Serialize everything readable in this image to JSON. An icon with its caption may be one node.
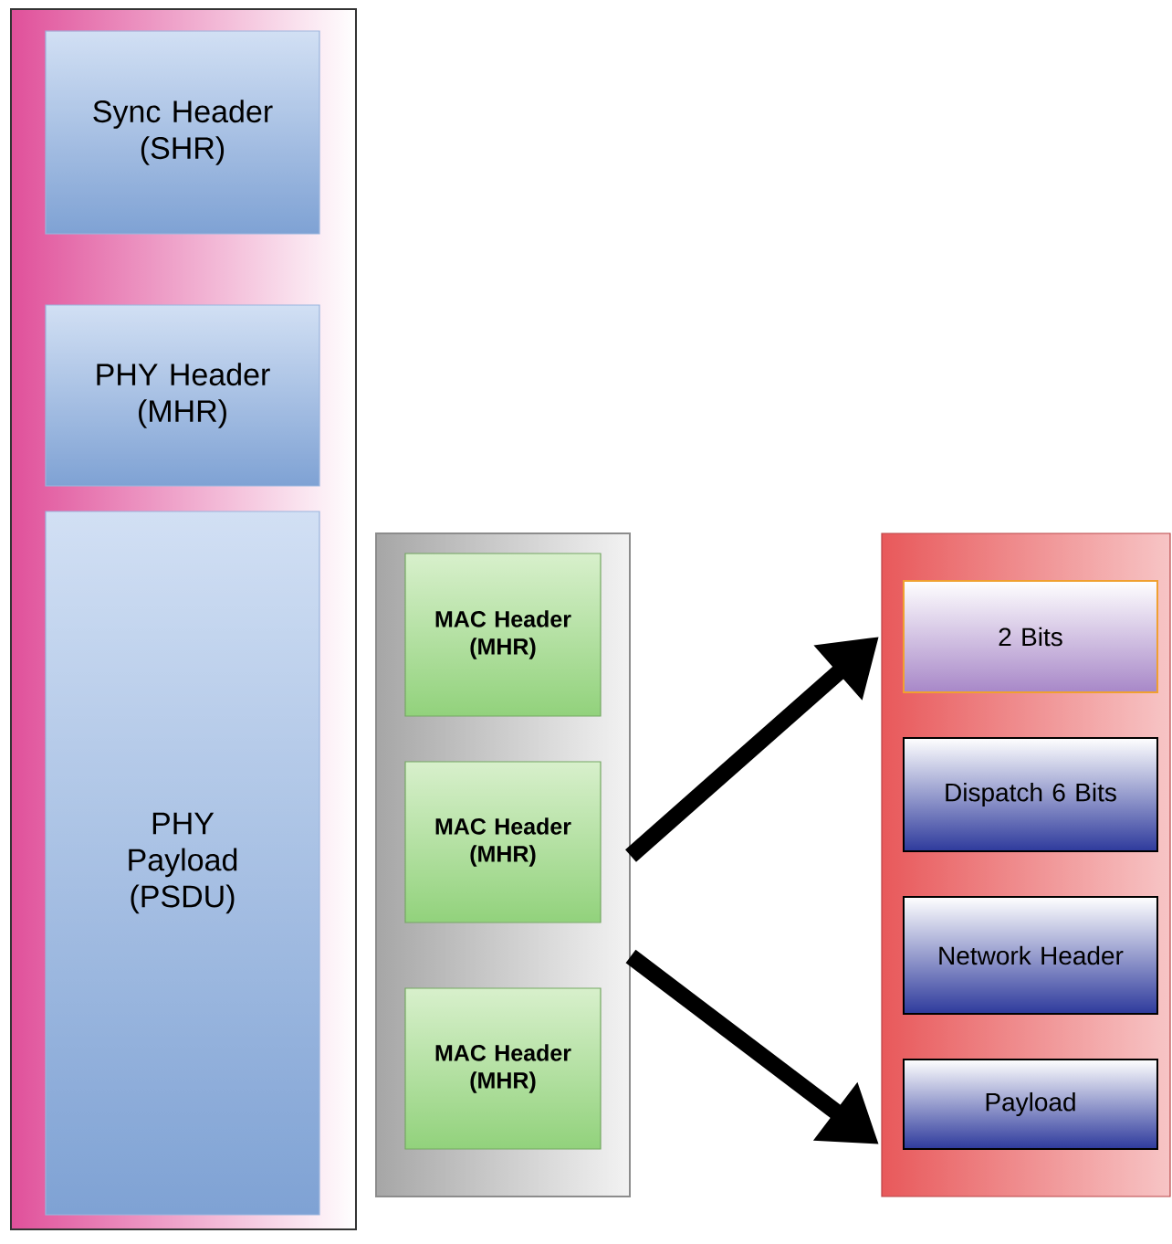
{
  "diagram": {
    "nodes": [
      {
        "text": [],
        "shape": "box"
      },
      {
        "text": [
          "Sync Header (SHR)"
        ],
        "in": 0
      },
      {
        "text": [
          "PHY Header (MHR)"
        ],
        "in": 0
      },
      {
        "text": [
          "PHY Payload (PSDU)"
        ],
        "in": 0
      },
      {
        "text": [],
        "shape": "box"
      },
      {
        "text": [
          "MAC Header (MHR)"
        ],
        "in": 4
      },
      {
        "text": [
          "MAC Header (MHR)"
        ],
        "in": 4
      },
      {
        "text": [
          "MAC Header (MHR)"
        ],
        "in": 4
      },
      {
        "text": [],
        "shape": "box"
      },
      {
        "text": [
          "2 Bits"
        ],
        "in": 8
      },
      {
        "text": [
          "Dispatch 6 Bits"
        ],
        "in": 8
      },
      {
        "text": [
          "Network Header"
        ],
        "in": 8
      },
      {
        "text": [
          "Payload"
        ],
        "in": 8
      }
    ],
    "edges": [
      {
        "from": 4,
        "to": 9,
        "arrow": "to"
      },
      {
        "from": 4,
        "to": 12,
        "arrow": "to"
      }
    ]
  }
}
